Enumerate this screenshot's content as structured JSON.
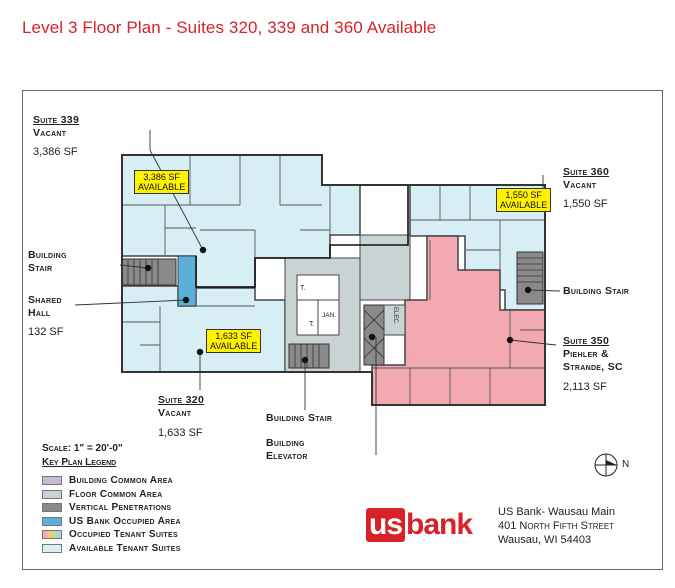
{
  "title": "Level 3 Floor Plan - Suites 320, 339 and 360 Available",
  "suites": {
    "s339": {
      "name": "Suite 339",
      "status": "Vacant",
      "area": "3,386 SF",
      "tag_sf": "3,386 SF",
      "tag_avail": "AVAILABLE"
    },
    "s360": {
      "name": "Suite 360",
      "status": "Vacant",
      "area": "1,550 SF",
      "tag_sf": "1,550 SF",
      "tag_avail": "AVAILABLE"
    },
    "s320": {
      "name": "Suite 320",
      "status": "Vacant",
      "area": "1,633 SF",
      "tag_sf": "1,633 SF",
      "tag_avail": "AVAILABLE"
    },
    "s350": {
      "name": "Suite 350",
      "tenant_line1": "Piehler &",
      "tenant_line2": "Strande, SC",
      "area": "2,113 SF"
    }
  },
  "labels": {
    "building_stair_left_1": "Building",
    "building_stair_left_2": "Stair",
    "shared_hall_1": "Shared",
    "shared_hall_2": "Hall",
    "shared_hall_area": "132 SF",
    "building_stair_right": "Building Stair",
    "building_stair_bottom": "Building Stair",
    "building_elevator_1": "Building",
    "building_elevator_2": "Elevator",
    "jan": "JAN.",
    "t1": "T.",
    "t2": "T.",
    "elec": "ELEC."
  },
  "legend": {
    "scale": "Scale: 1\" = 20'-0\"",
    "heading": "Key Plan Legend",
    "items": [
      {
        "label": "Building Common Area",
        "color": "#c9b8dc"
      },
      {
        "label": "Floor Common Area",
        "color": "#c9d3d3"
      },
      {
        "label": "Vertical Penetrations",
        "color": "#8a8a8a"
      },
      {
        "label": "US Bank Occupied Area",
        "color": "#5ab0d6"
      },
      {
        "label": "Occupied Tenant Suites",
        "color": "striped"
      },
      {
        "label": "Available Tenant Suites",
        "color": "#d7eef5"
      }
    ]
  },
  "logo": {
    "us": "us",
    "bank": "bank"
  },
  "address": {
    "line1": "US Bank- Wausau Main",
    "line2": "401 North Fifth Street",
    "line3": "Wausau, WI 54403"
  },
  "compass": {
    "north": "N"
  },
  "colors": {
    "available": "#d7eef5",
    "occupied": "#f2a9b2",
    "floor_common": "#c9d3d3",
    "vertical": "#8a8a8a",
    "usbank": "#5ab0d6",
    "tag": "#fff200",
    "brand_red": "#d8222a"
  }
}
